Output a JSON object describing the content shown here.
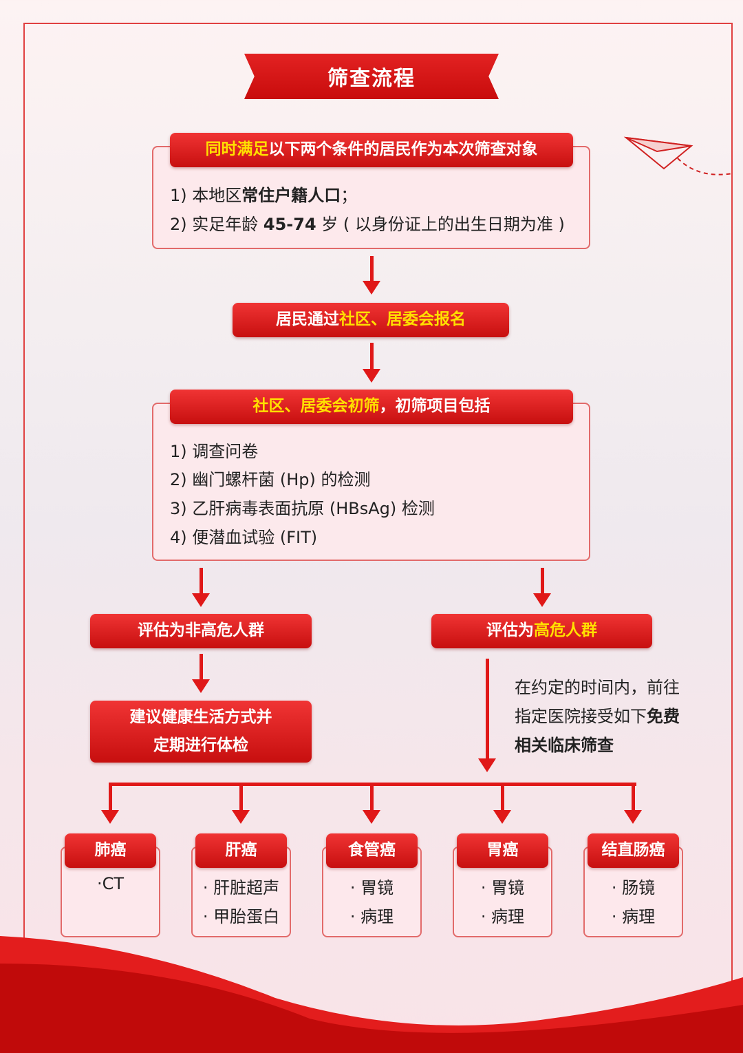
{
  "title": "筛查流程",
  "step1": {
    "header_highlight": "同时满足",
    "header_rest": "以下两个条件的居民作为本次筛查对象",
    "item1_prefix": "1) 本地区",
    "item1_bold": "常住户籍人口",
    "item1_suffix": "；",
    "item2_prefix": "2) 实足年龄 ",
    "item2_bold": "45-74",
    "item2_suffix": " 岁 ( 以身份证上的出生日期为准 )"
  },
  "step2": {
    "prefix": "居民通过",
    "highlight": "社区、居委会报名"
  },
  "step3": {
    "header_highlight": "社区、居委会初筛",
    "header_rest": "，初筛项目包括",
    "items": [
      "1)  调查问卷",
      "2)  幽门螺杆菌 (Hp) 的检测",
      "3)  乙肝病毒表面抗原 (HBsAg) 检测",
      "4)  便潜血试验 (FIT)"
    ]
  },
  "low_risk": {
    "label": "评估为非高危人群",
    "advice_line1": "建议健康生活方式并",
    "advice_line2": "定期进行体检"
  },
  "high_risk": {
    "prefix": "评估为",
    "highlight": "高危人群",
    "note_line1": "在约定的时间内，前往",
    "note_line2_prefix": "指定医院接受如下",
    "note_line2_bold": "免费",
    "note_line3": "相关临床筛查"
  },
  "cancers": [
    {
      "name": "肺癌",
      "items": [
        "·CT"
      ]
    },
    {
      "name": "肝癌",
      "items": [
        "· 肝脏超声",
        "· 甲胎蛋白"
      ]
    },
    {
      "name": "食管癌",
      "items": [
        "· 胃镜",
        "· 病理"
      ]
    },
    {
      "name": "胃癌",
      "items": [
        "· 胃镜",
        "· 病理"
      ]
    },
    {
      "name": "结直肠癌",
      "items": [
        "· 肠镜",
        "· 病理"
      ]
    }
  ],
  "colors": {
    "red": "#e01818",
    "highlight": "#ffe000",
    "box_bg": "#fde8ec"
  }
}
